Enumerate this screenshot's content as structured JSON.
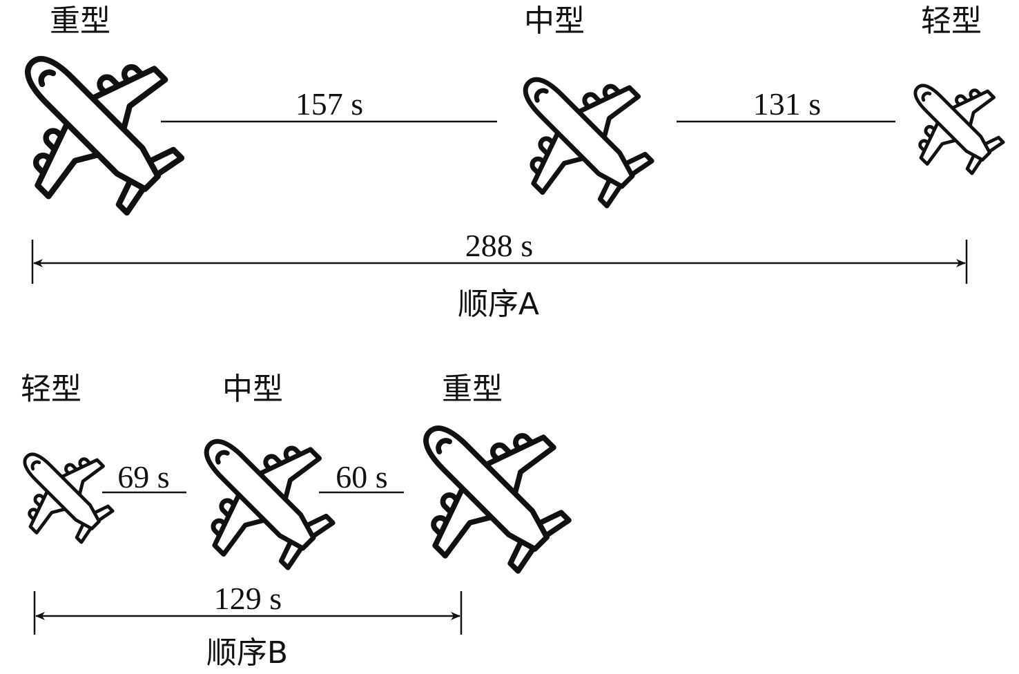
{
  "sequence_a": {
    "name": "顺序A",
    "aircraft": [
      "重型",
      "中型",
      "轻型"
    ],
    "gaps": [
      "157 s",
      "131 s"
    ],
    "total": "288 s"
  },
  "sequence_b": {
    "name": "顺序B",
    "aircraft": [
      "轻型",
      "中型",
      "重型"
    ],
    "gaps": [
      "69 s",
      "60 s"
    ],
    "total": "129 s"
  },
  "colors": {
    "ink": "#111111",
    "background": "#ffffff"
  }
}
